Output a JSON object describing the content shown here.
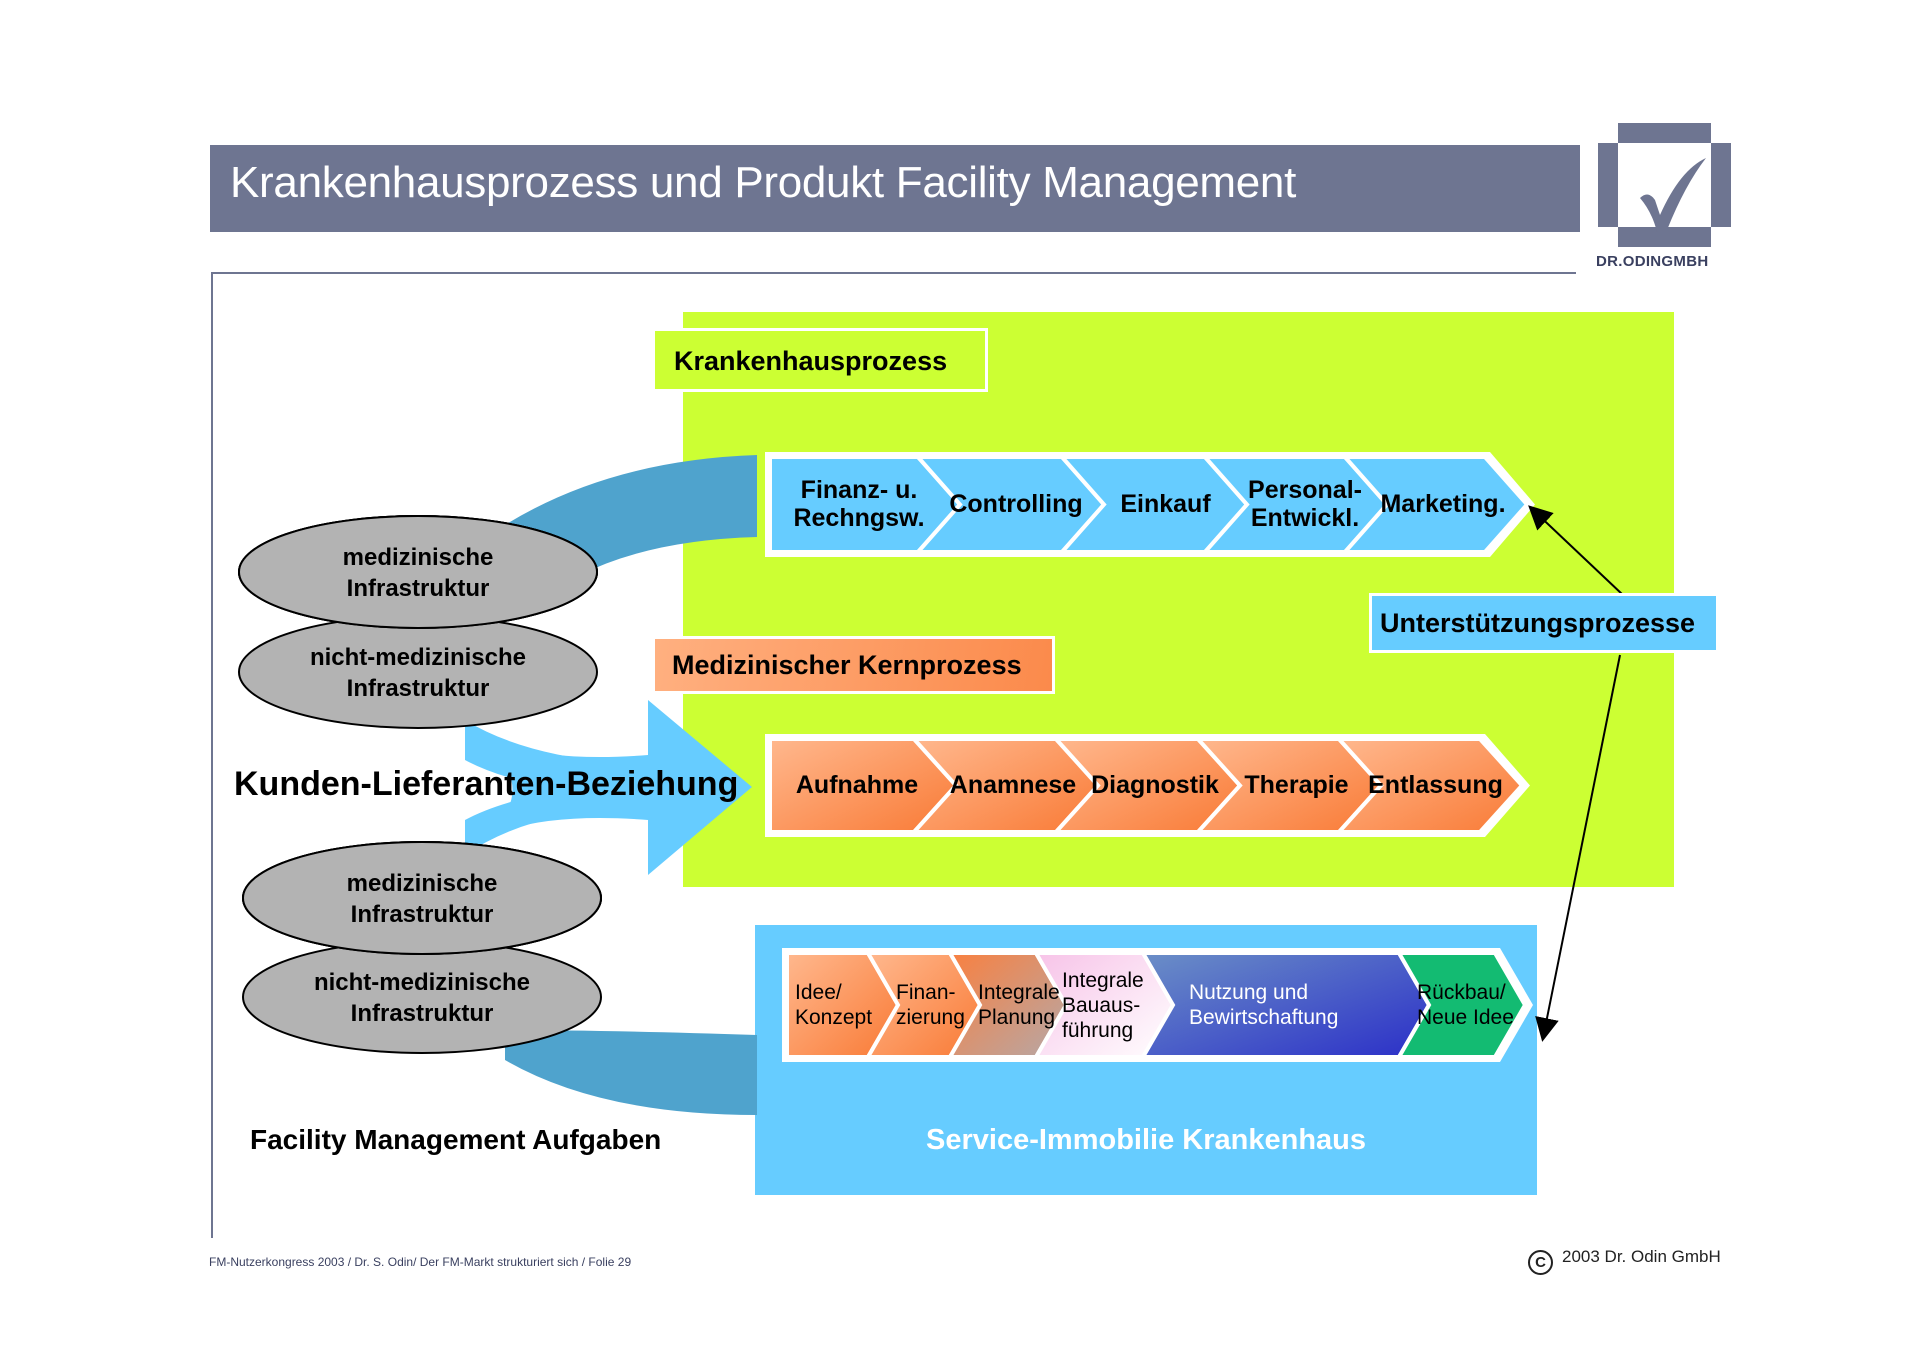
{
  "header": {
    "title": "Krankenhausprozess und Produkt Facility Management",
    "logo_text": "DR.ODINGMBH",
    "logo_icon": "checkmark-icon"
  },
  "colors": {
    "header_bar": "#6e7591",
    "process_area": "#ccff33",
    "support_blue": "#66ccff",
    "service_area": "#66ccff",
    "core_orange": "#fb8a4b",
    "ellipse_gray": "#b3b3b3",
    "band_dark_blue": "#4fa3cd",
    "rueckbau_green": "#13bb72"
  },
  "diagram": {
    "krankenhausprozess_label": "Krankenhausprozess",
    "kernprozess_label": "Medizinischer Kernprozess",
    "unterstuetzung_label": "Unterstützungsprozesse",
    "kunden_label": "Kunden-Lieferanten-Beziehung",
    "fm_label": "Facility Management Aufgaben",
    "service_label": "Service-Immobilie Krankenhaus",
    "ellipses": [
      {
        "line1": "medizinische",
        "line2": "Infrastruktur"
      },
      {
        "line1": "nicht-medizinische",
        "line2": "Infrastruktur"
      },
      {
        "line1": "medizinische",
        "line2": "Infrastruktur"
      },
      {
        "line1": "nicht-medizinische",
        "line2": "Infrastruktur"
      }
    ],
    "support_steps": [
      {
        "line1": "Finanz- u.",
        "line2": "Rechngsw."
      },
      {
        "line1": "Controlling",
        "line2": ""
      },
      {
        "line1": "Einkauf",
        "line2": ""
      },
      {
        "line1": "Personal-",
        "line2": "Entwickl."
      },
      {
        "line1": "Marketing.",
        "line2": ""
      }
    ],
    "core_steps": [
      {
        "line1": "Aufnahme"
      },
      {
        "line1": "Anamnese"
      },
      {
        "line1": "Diagnostik"
      },
      {
        "line1": "Therapie"
      },
      {
        "line1": "Entlassung"
      }
    ],
    "lifecycle_steps": [
      {
        "line1": "Idee/",
        "line2": "Konzept",
        "line3": ""
      },
      {
        "line1": "Finan-",
        "line2": "zierung",
        "line3": ""
      },
      {
        "line1": "Integrale",
        "line2": "Planung",
        "line3": ""
      },
      {
        "line1": "Integrale",
        "line2": "Bauaus-",
        "line3": "führung"
      },
      {
        "line1": "Nutzung und",
        "line2": "Bewirtschaftung",
        "line3": ""
      },
      {
        "line1": "Rückbau/",
        "line2": "Neue Idee",
        "line3": ""
      }
    ]
  },
  "footer": {
    "left_text": "FM-Nutzerkongress 2003 / Dr. S. Odin/ Der FM-Markt strukturiert sich / Folie 29",
    "copyright_symbol": "C",
    "right_text": "2003 Dr. Odin GmbH"
  }
}
